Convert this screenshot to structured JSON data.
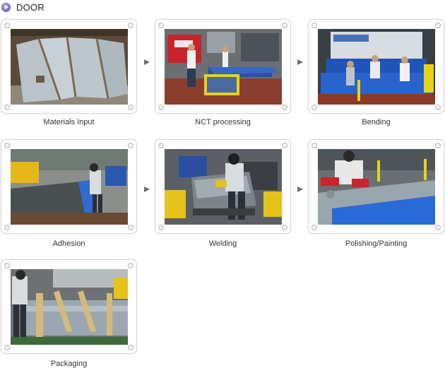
{
  "section": {
    "title": "DOOR",
    "icon": "play-bullet-icon"
  },
  "steps": [
    {
      "label": "Materials Input"
    },
    {
      "label": "NCT processing"
    },
    {
      "label": "Bending"
    },
    {
      "label": "Adhesion"
    },
    {
      "label": "Welding"
    },
    {
      "label": "Polishing/Painting"
    },
    {
      "label": "Packaging"
    }
  ],
  "connector_icon": "chevron-right-icon"
}
